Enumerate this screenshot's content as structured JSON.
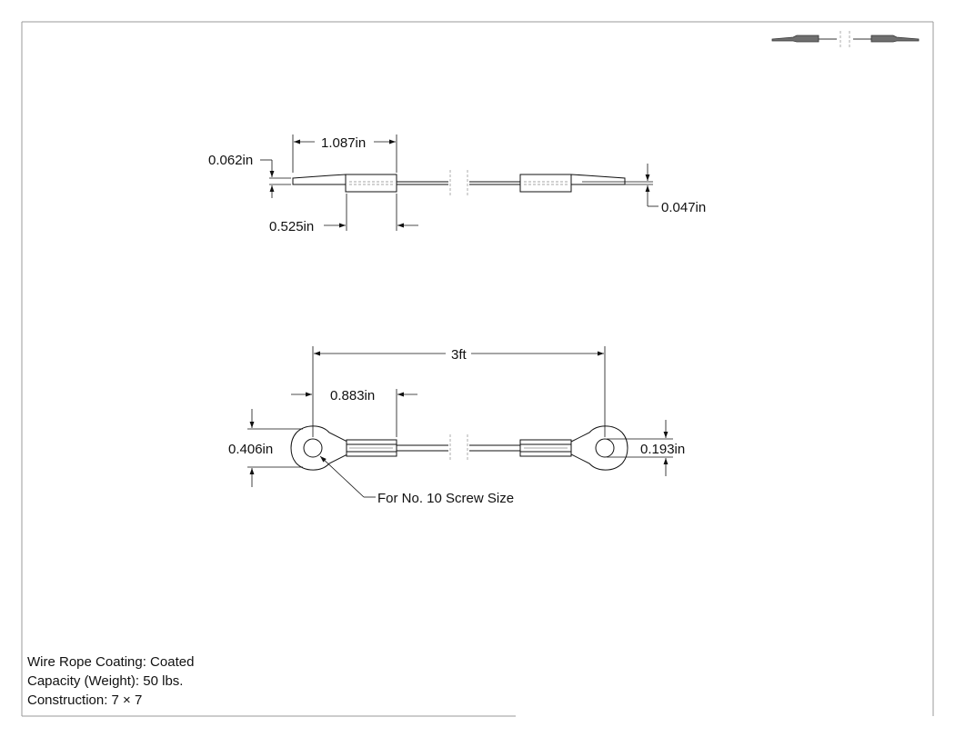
{
  "side_view": {
    "overall_length_label": "1.087in",
    "thickness_label": "0.062in",
    "ferrule_length_label": "0.525in",
    "wire_diameter_label": "0.047in"
  },
  "top_view": {
    "total_length_label": "3ft",
    "eye_to_ferrule_label": "0.883in",
    "eye_width_label": "0.406in",
    "hole_diameter_label": "0.193in",
    "screw_callout": "For No. 10 Screw Size"
  },
  "specs": {
    "coating": "Wire Rope Coating: Coated",
    "capacity": "Capacity (Weight): 50 lbs.",
    "construction": "Construction: 7 × 7"
  },
  "colors": {
    "line": "#111111",
    "frame": "#9a9a9a",
    "thumbnail_fill": "#6f6f6f"
  }
}
